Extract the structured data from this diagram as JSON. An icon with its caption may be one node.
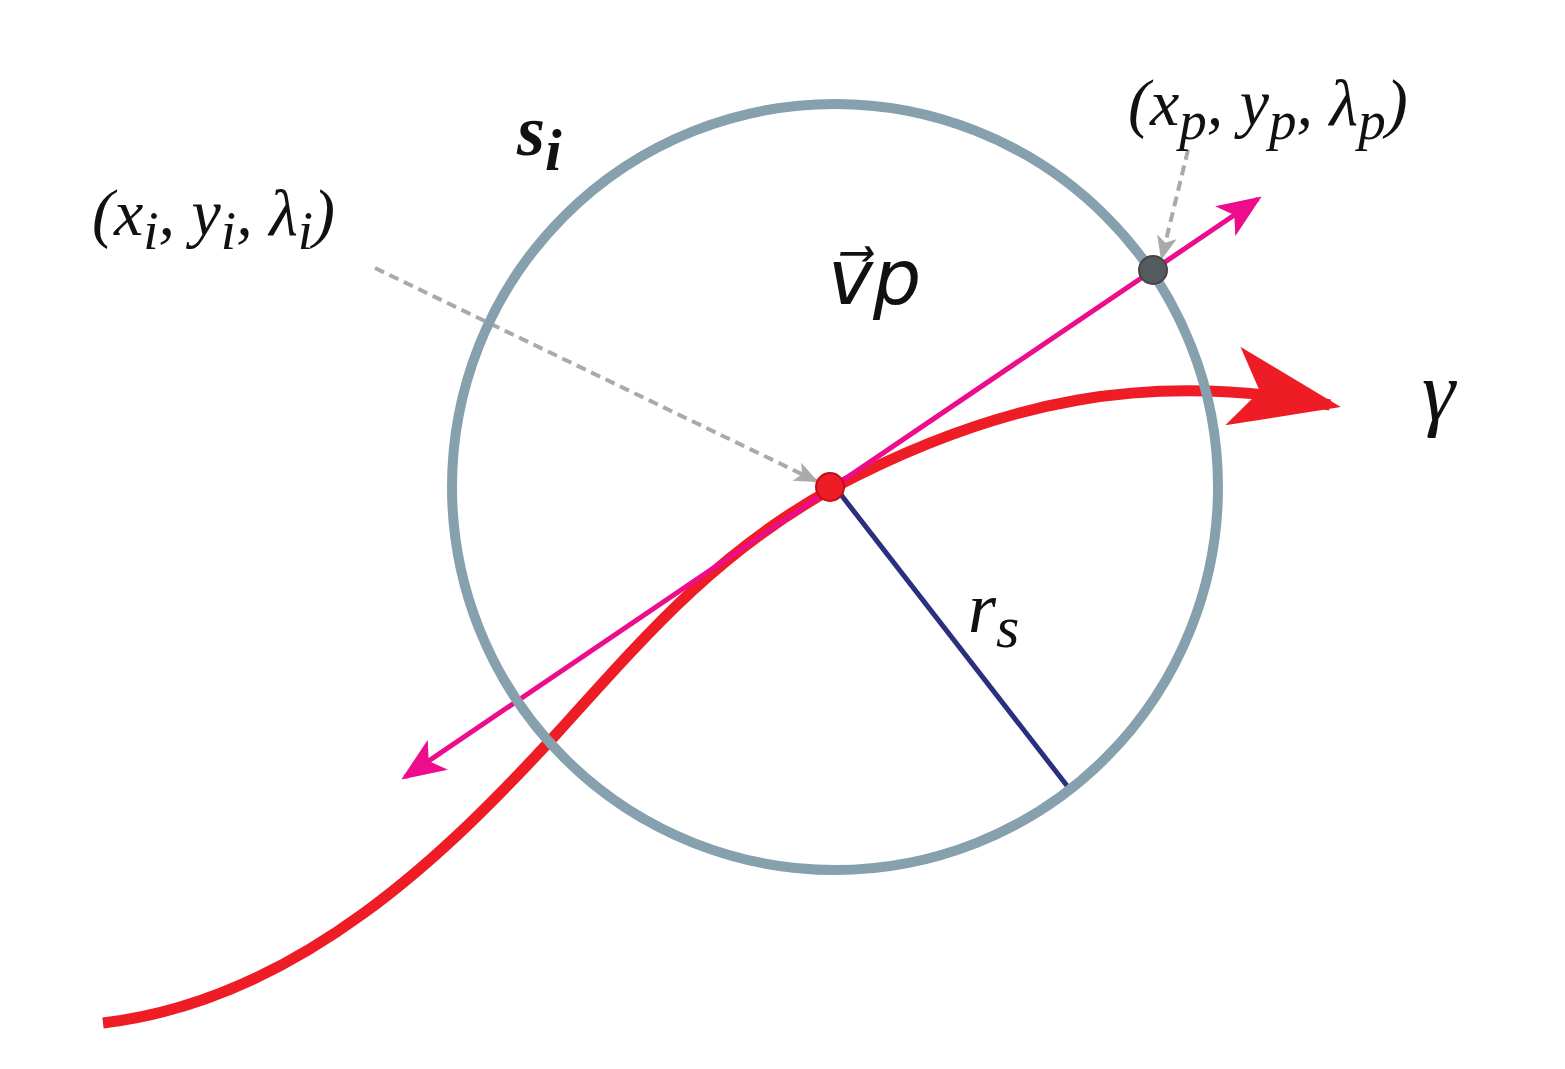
{
  "diagram": {
    "nodes": [
      {
        "text": [
          "s$_{i}$"
        ]
      },
      {
        "text": [
          "(x$_{i}$, y$_{i}$, λ$_{i}$)"
        ]
      },
      {
        "text": [],
        "shape": "circle",
        "in": 0
      },
      {
        "text": [
          "(x$_{p}$, y$_{p}$, λ$_{p}$)"
        ]
      },
      {
        "text": [],
        "shape": "circle"
      }
    ],
    "edges": [
      {
        "from": 1,
        "to": 2,
        "arrow": "to",
        "style": "dashed"
      },
      {
        "from": 3,
        "to": 4,
        "arrow": "to",
        "style": "dashed"
      }
    ],
    "labels": [
      "v⃗p",
      "γ",
      "r$_{s}$"
    ]
  }
}
